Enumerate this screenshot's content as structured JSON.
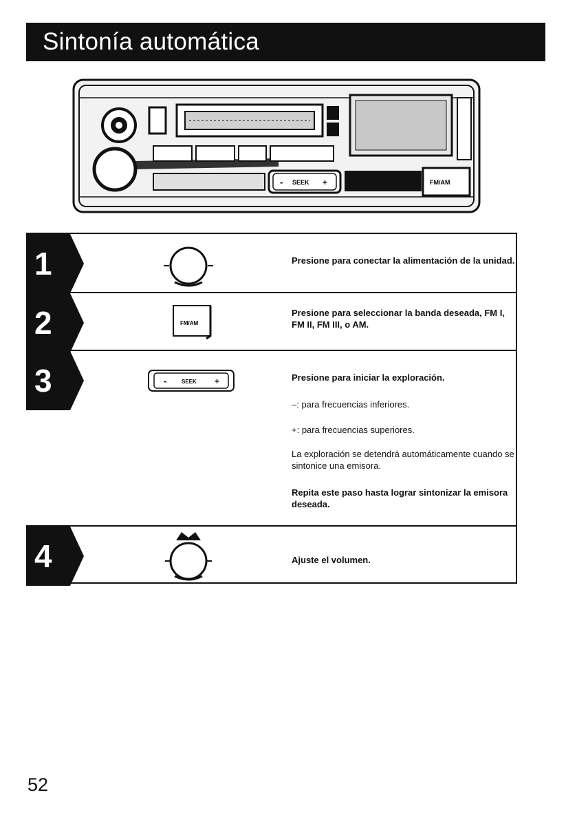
{
  "header": {
    "title": "Sintonía automática"
  },
  "radio": {
    "seek_label": "SEEK",
    "seek_minus": "-",
    "seek_plus": "+",
    "fmam_label": "FM/AM"
  },
  "steps": [
    {
      "number": "1",
      "icon": "power-knob-icon",
      "lines": [
        "Presione para conectar la alimentación de la unidad."
      ]
    },
    {
      "number": "2",
      "icon": "fmam-button-icon",
      "button_label": "FM/AM",
      "lines": [
        "Presione para seleccionar la banda deseada, FM I, FM II, FM III, o AM."
      ]
    },
    {
      "number": "3",
      "icon": "seek-button-icon",
      "button_label": "SEEK",
      "button_minus": "-",
      "button_plus": "+",
      "lines": [
        "Presione para iniciar la exploración.",
        "–: para frecuencias inferiores.",
        "+: para frecuencias superiores.",
        "La exploración se detendrá automáticamente cuando se sintonice una emisora.",
        "Repita este paso hasta lograr sintonizar la emisora deseada."
      ]
    },
    {
      "number": "4",
      "icon": "volume-knob-icon",
      "lines": [
        "Ajuste el volumen."
      ]
    }
  ],
  "footer": {
    "page_number": "52"
  },
  "colors": {
    "ink": "#111111",
    "paper": "#ffffff"
  }
}
